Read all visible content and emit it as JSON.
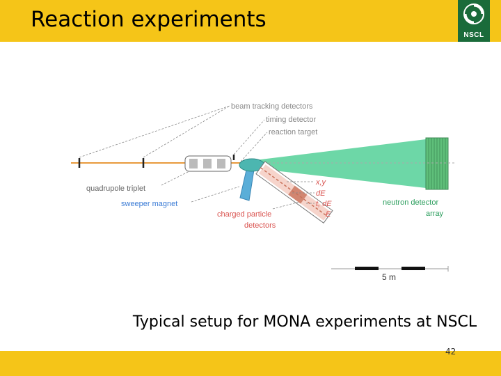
{
  "slide": {
    "title": "Reaction experiments",
    "caption": "Typical setup for MONA experiments at NSCL",
    "page_number": "42",
    "logo_text": "NSCL"
  },
  "diagram": {
    "labels": {
      "beam_tracking": "beam tracking detectors",
      "timing": "timing detector",
      "target": "reaction target",
      "quadrupole": "quadrupole triplet",
      "sweeper": "sweeper magnet",
      "charged_particle": "charged particle",
      "detectors": "detectors",
      "xy": "x,y",
      "de": "dE",
      "tde": "t, dE",
      "e": "E",
      "neutron": "neutron detector",
      "array": "array",
      "scale": "5 m"
    },
    "colors": {
      "beam": "#e89a3c",
      "neutron_cone": "#3cc98a",
      "neutron_array": "#5fbf7a",
      "sweeper": "#5aaed8",
      "charged_label": "#d9534f",
      "blue_label": "#3a7bd5",
      "green_label": "#2a9d5c",
      "grey_label": "#888888"
    }
  }
}
